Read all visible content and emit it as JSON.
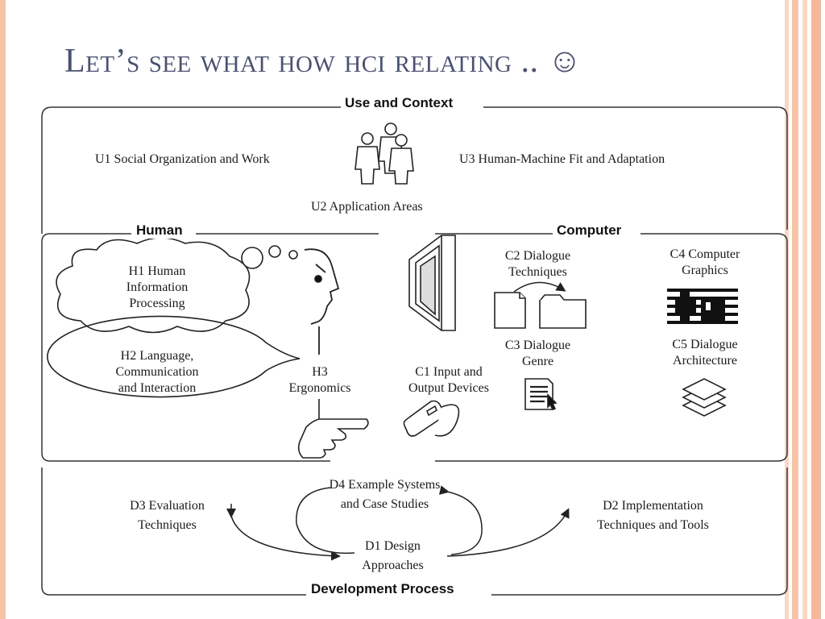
{
  "slide": {
    "title": "Let’s see what how hci relating .. ☺"
  },
  "diagram": {
    "use_context": {
      "header": "Use and Context",
      "u1": "U1 Social Organization and Work",
      "u2": "U2 Application Areas",
      "u3": "U3 Human-Machine Fit and Adaptation"
    },
    "human": {
      "header": "Human",
      "h1": [
        "H1 Human",
        "Information",
        "Processing"
      ],
      "h2": [
        "H2 Language,",
        "Communication",
        "and Interaction"
      ],
      "h3": [
        "H3",
        "Ergonomics"
      ]
    },
    "computer": {
      "header": "Computer",
      "c1": [
        "C1 Input and",
        "Output Devices"
      ],
      "c2": [
        "C2 Dialogue",
        "Techniques"
      ],
      "c3": [
        "C3 Dialogue",
        "Genre"
      ],
      "c4": [
        "C4 Computer",
        "Graphics"
      ],
      "c5": [
        "C5 Dialogue",
        "Architecture"
      ]
    },
    "development": {
      "header": "Development Process",
      "d1": [
        "D1 Design",
        "Approaches"
      ],
      "d2": [
        "D2 Implementation",
        "Techniques and Tools"
      ],
      "d3": [
        "D3 Evaluation",
        "Techniques"
      ],
      "d4": [
        "D4 Example Systems",
        "and Case Studies"
      ]
    }
  },
  "colors": {
    "title": "#4a5270",
    "accent_border": "#f7c4a8",
    "line": "#333333"
  },
  "icons": [
    "people-icon",
    "thought-cloud-icon",
    "head-profile-icon",
    "hand-icon",
    "monitor-icon",
    "mouse-icon",
    "document-icon",
    "folder-icon",
    "graphics-bars-icon",
    "document-cursor-icon",
    "layers-icon"
  ]
}
